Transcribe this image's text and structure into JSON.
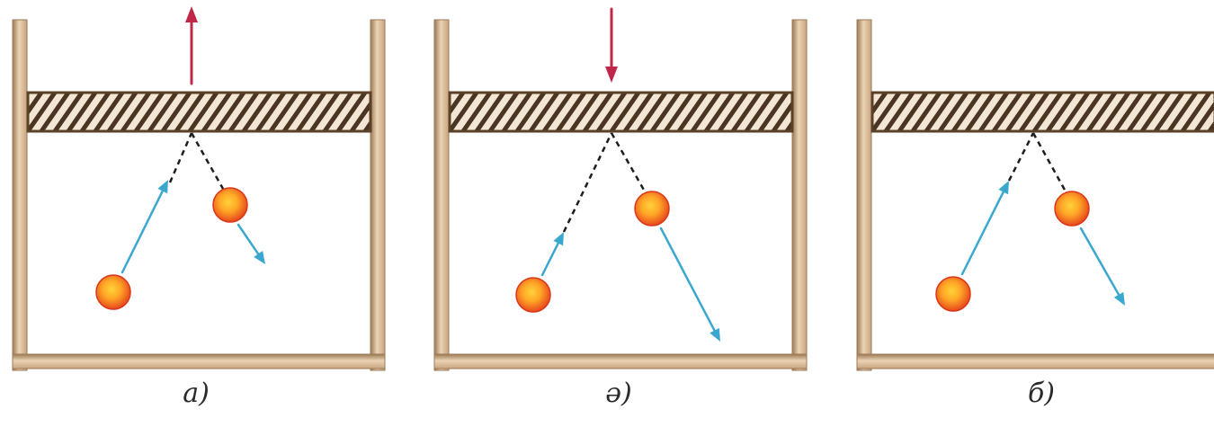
{
  "panels": [
    {
      "caption": "a)",
      "piston_arrow": "up"
    },
    {
      "caption": "ә)",
      "piston_arrow": "down"
    },
    {
      "caption": "б)",
      "piston_arrow": "none"
    }
  ],
  "colors": {
    "wall": "#c9a47e",
    "wall_highlight": "#ead3b4",
    "wall_shadow": "#9c7a55",
    "piston_stroke": "#5b4128",
    "piston_fill": "#f3e6d4",
    "hatch": "#4a3422",
    "piston_arrow": "#c0284a",
    "velocity_arrow": "#3aa7cf",
    "trajectory": "#1e1e1e",
    "ball_core": "#ffd23a",
    "ball_edge": "#e5421d"
  }
}
